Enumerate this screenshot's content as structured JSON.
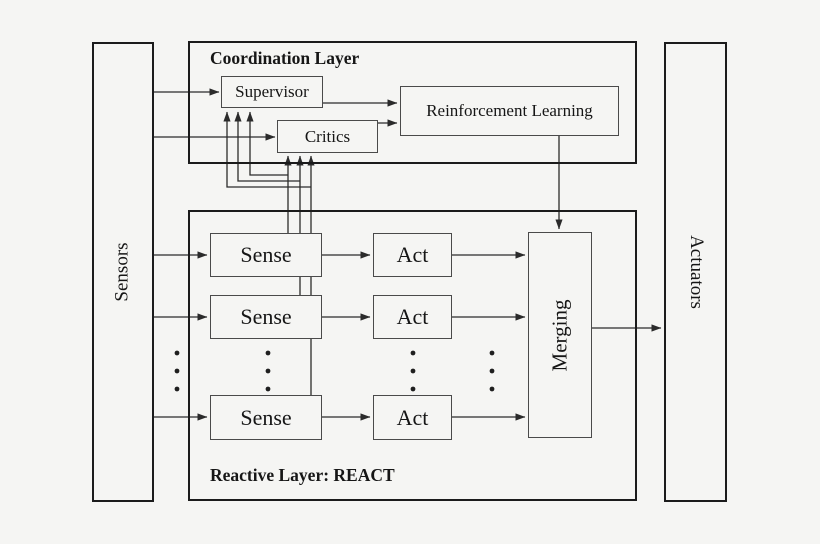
{
  "figure": {
    "sensors_label": "Sensors",
    "actuators_label": "Actuators",
    "coordination": {
      "title": "Coordination Layer",
      "supervisor_label": "Supervisor",
      "critics_label": "Critics",
      "reinforcement_label": "Reinforcement Learning"
    },
    "reactive": {
      "title": "Reactive Layer: REACT",
      "sense_label": "Sense",
      "act_label": "Act",
      "merging_label": "Merging"
    },
    "colors": {
      "background": "#f5f5f3",
      "wire": "#2b2b2b",
      "outer_border": "#1b1b1b",
      "node_border": "#4a4a4a",
      "text": "#161616"
    }
  }
}
